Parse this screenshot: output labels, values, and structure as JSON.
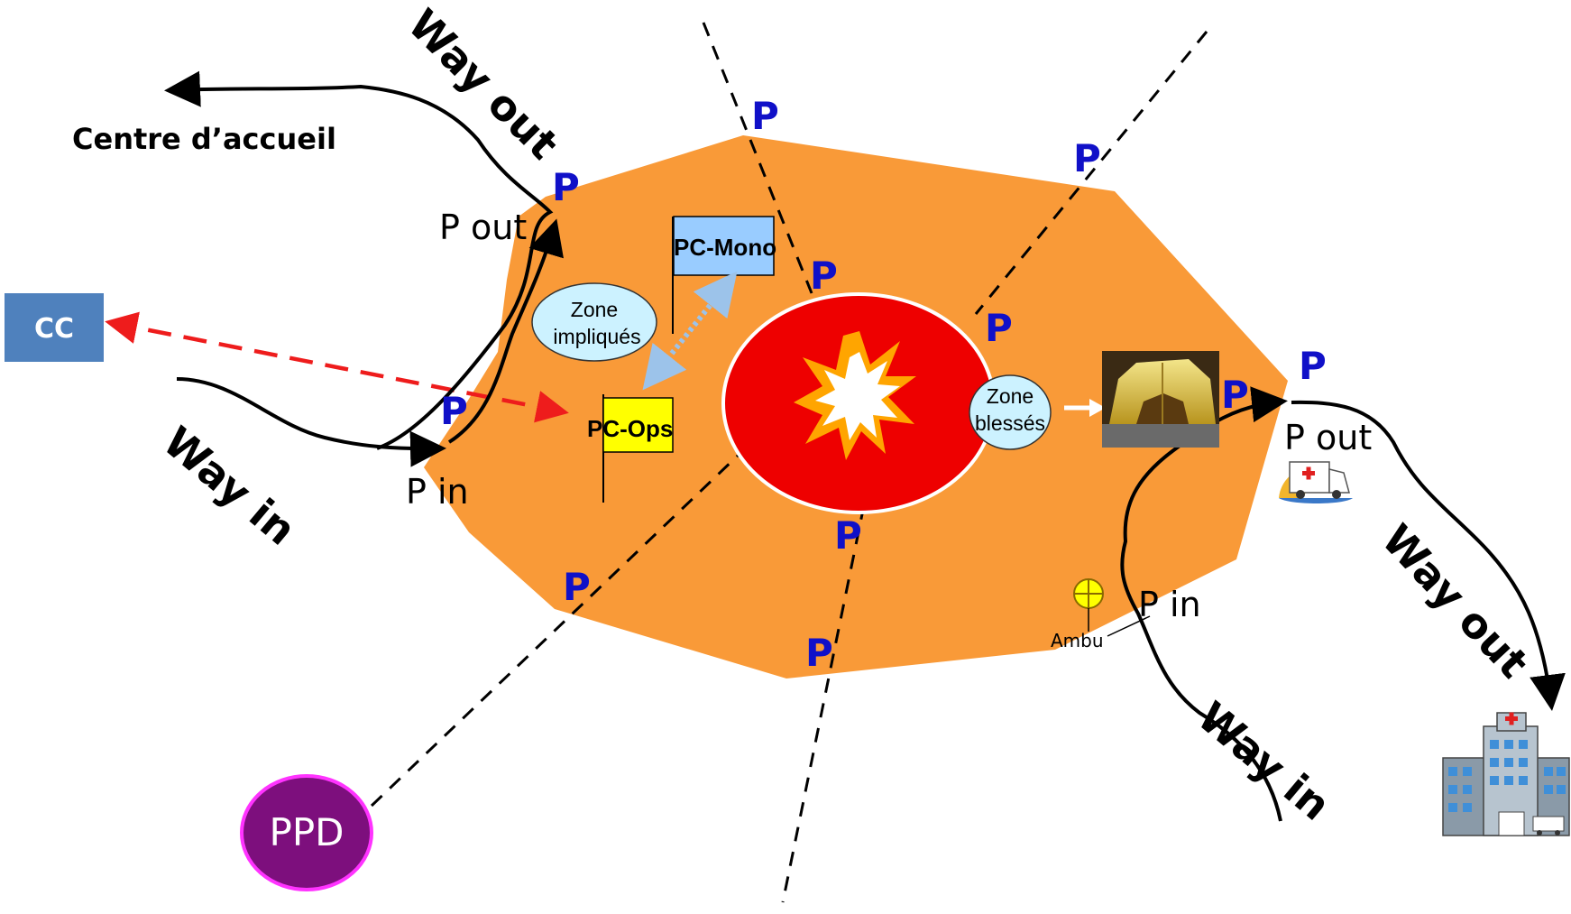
{
  "labels": {
    "centre": "Centre d’accueil",
    "way_out_left": "Way out",
    "way_in_left": "Way in",
    "way_out_right": "Way out",
    "way_in_right": "Way in",
    "p_out_left": "P out",
    "p_in_left": "P in",
    "p_out_right": "P out",
    "p_in_right": "P in",
    "cc": "CC",
    "pc_ops": "PC-Ops",
    "pc_mono": "PC-Mono",
    "zone_impliques_l1": "Zone",
    "zone_impliques_l2": "impliqués",
    "zone_blesses_l1": "Zone",
    "zone_blesses_l2": "blessés",
    "ambu": "Ambu",
    "ppd": "PPD",
    "p": "P"
  },
  "colors": {
    "zone_fill": "#f99a38",
    "danger_fill": "#ee0000",
    "cc_fill": "#4f81bd",
    "ppd_fill": "#7d0f7d",
    "ppd_border": "#ff33ff",
    "p_color": "#1010c8",
    "comm_arrow": "#ee1c1c",
    "link_arrow": "#9cc3ea",
    "zone_oval": "#ccf2ff",
    "pc_ops_flag": "#ffff00",
    "pc_mono_flag": "#99ccff"
  },
  "icons": [
    "explosion-icon",
    "tent-icon",
    "ambulance-icon",
    "hospital-icon",
    "ambu-sign-icon"
  ]
}
